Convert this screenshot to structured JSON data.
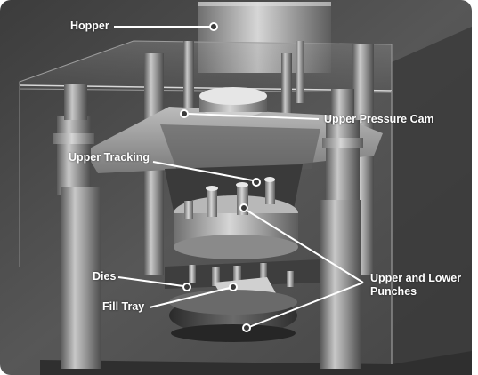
{
  "figure": {
    "colors": {
      "frame_background": "#4e4e4e",
      "panel_border": "#2c2c2c",
      "label_text": "#ffffff",
      "leader_line": "#ffffff"
    },
    "callouts": [
      {
        "id": "hopper",
        "text": "Hopper"
      },
      {
        "id": "upper_pressure_cam",
        "text": "Upper Pressure Cam"
      },
      {
        "id": "upper_tracking",
        "text": "Upper Tracking"
      },
      {
        "id": "dies",
        "text": "Dies"
      },
      {
        "id": "fill_tray",
        "text": "Fill Tray"
      },
      {
        "id": "upper_and_lower_punches",
        "text": "Upper and Lower Punches"
      }
    ]
  }
}
